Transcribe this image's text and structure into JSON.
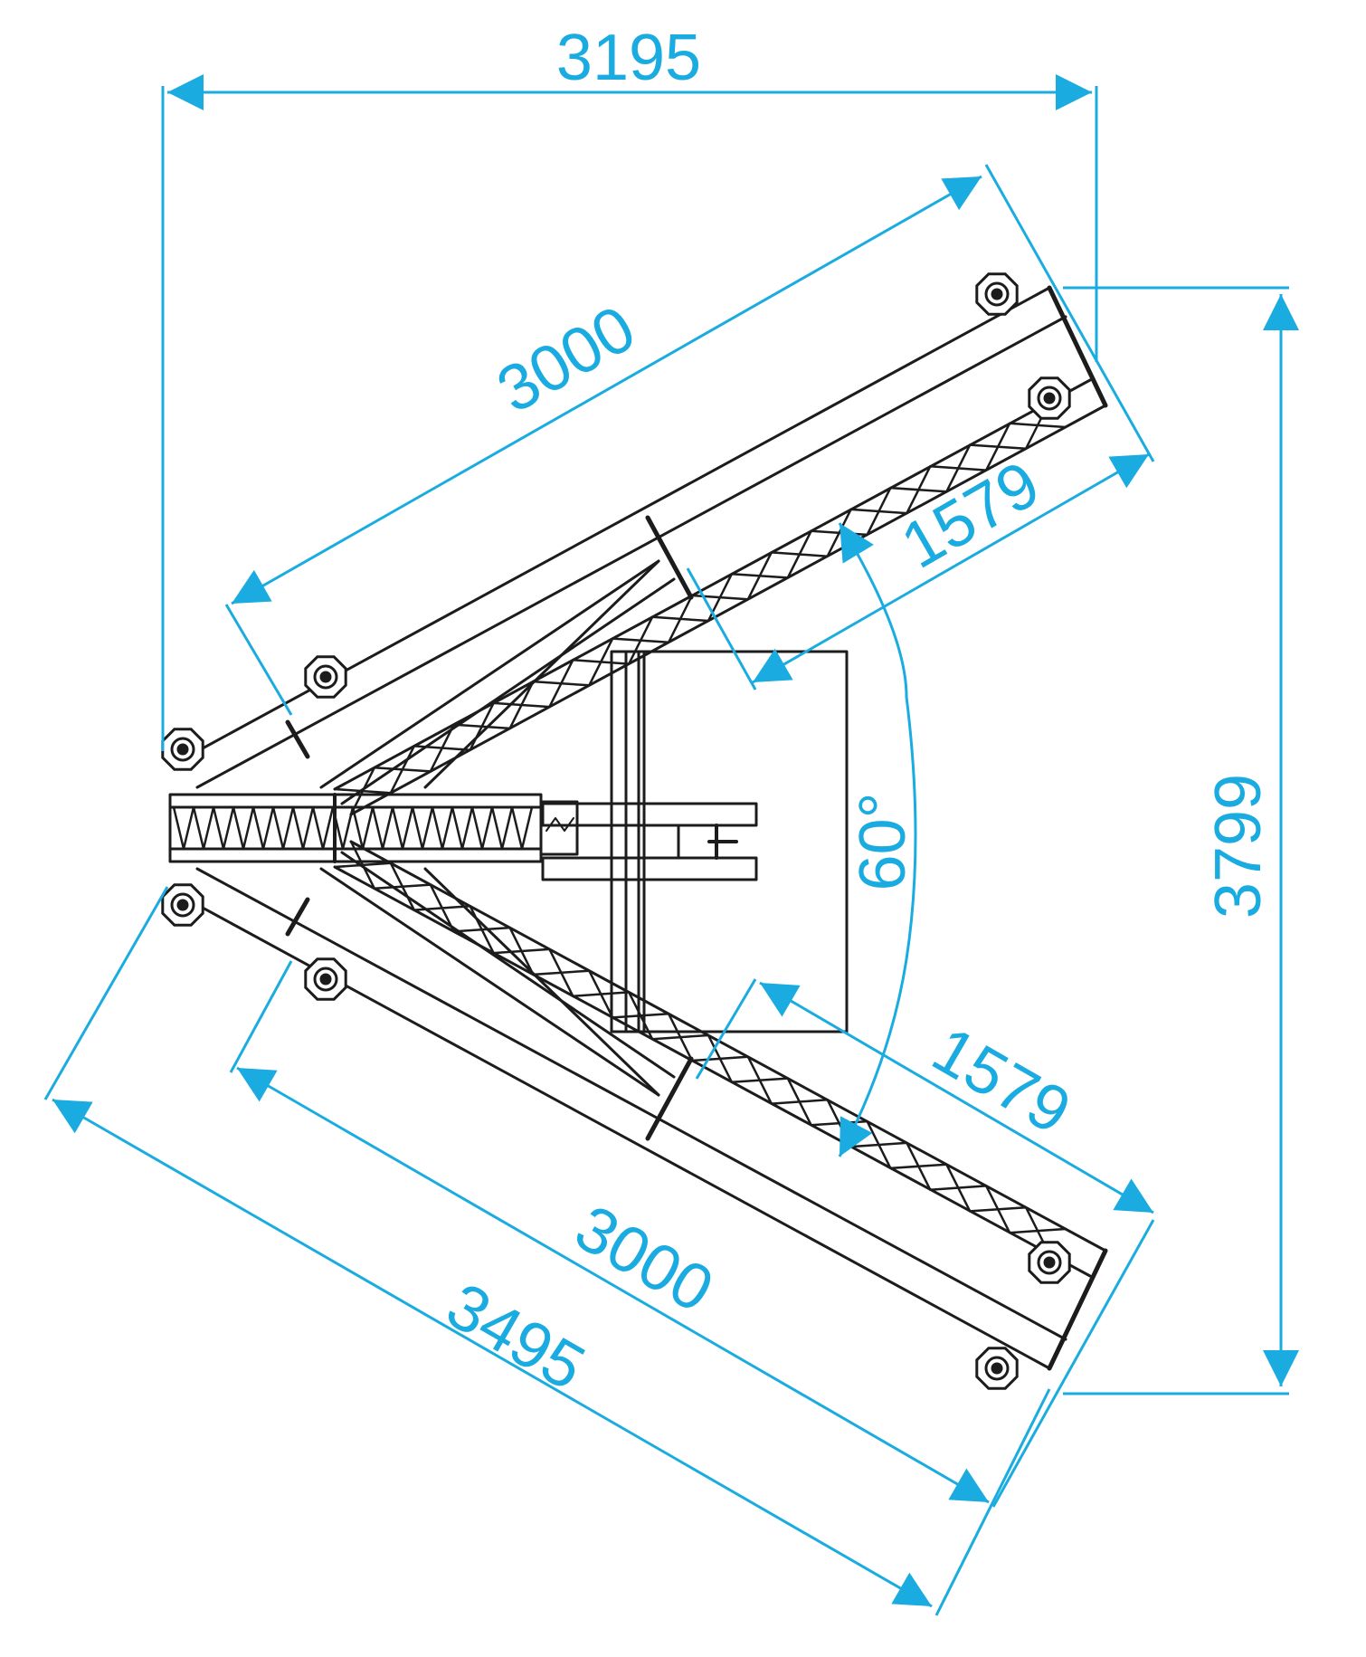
{
  "colors": {
    "dimension": "#1aace0",
    "structure": "#1c1c1c",
    "background": "#ffffff"
  },
  "dimensions": {
    "overall_width": "3195",
    "overall_height": "3799",
    "upper_arm_length": "3000",
    "lower_arm_length": "3000",
    "upper_offset": "1579",
    "lower_offset": "1579",
    "lower_diagonal": "3495",
    "angle": "60°"
  }
}
